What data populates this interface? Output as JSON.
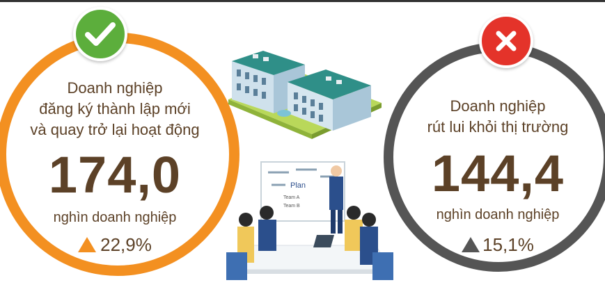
{
  "left_panel": {
    "label_line1": "Doanh nghiệp",
    "label_line2": "đăng ký thành lập mới",
    "label_line3": "và quay trở lại hoạt động",
    "value": "174,0",
    "unit": "nghìn doanh nghiệp",
    "change": "22,9%",
    "badge_icon": "checkmark-icon",
    "accent_color": "#f39021"
  },
  "right_panel": {
    "label_line1": "Doanh nghiệp",
    "label_line2": "rút lui khỏi thị trường",
    "value": "144,4",
    "unit": "nghìn doanh nghiệp",
    "change": "15,1%",
    "badge_icon": "cross-icon",
    "accent_color": "#555555"
  },
  "illustrations": {
    "building_icon": "office-building-icon",
    "meeting_icon": "business-meeting-icon",
    "board_word": "Plan",
    "board_item1": "Team A",
    "board_item2": "Team B"
  },
  "colors": {
    "text_brown": "#5c4127",
    "check_green": "#5cae3c",
    "cross_red": "#e4332a"
  }
}
